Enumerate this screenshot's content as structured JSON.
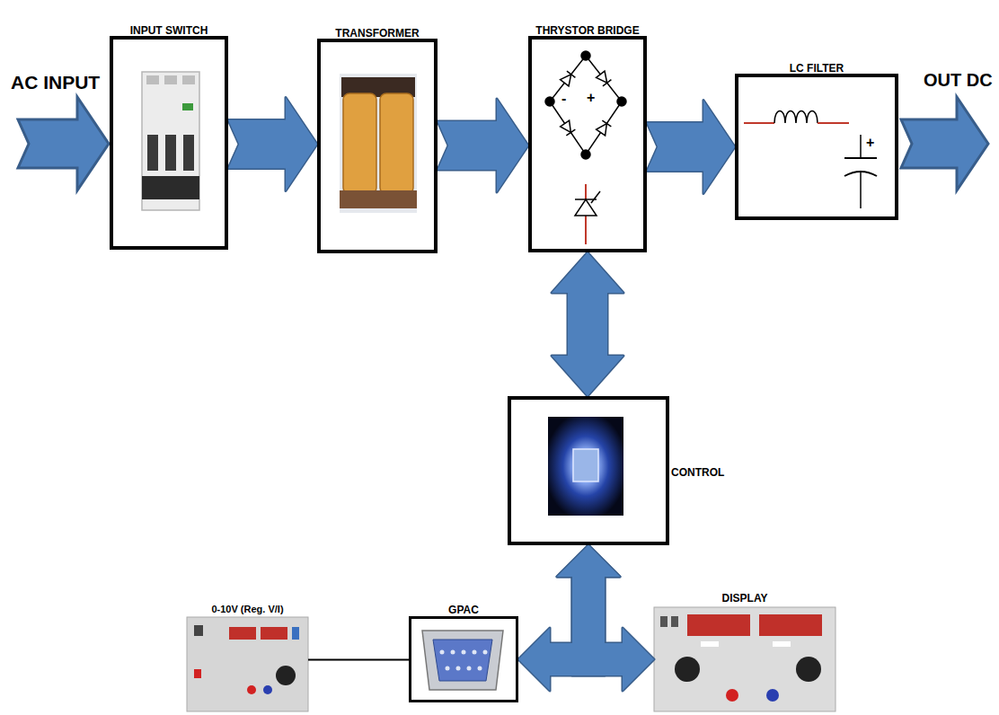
{
  "diagram": {
    "nodes": [
      {
        "text": [
          "INPUT SWITCH"
        ]
      },
      {
        "text": [
          "TRANSFORMER"
        ]
      },
      {
        "text": [
          "THRYSTOR BRIDGE"
        ]
      },
      {
        "text": [
          "LC FILTER"
        ]
      },
      {
        "text": [
          "CONTROL"
        ]
      },
      {
        "text": [
          "0-10V (Reg. V/I)"
        ]
      },
      {
        "text": [
          "GPAC"
        ]
      },
      {
        "text": [
          "DISPLAY"
        ]
      }
    ],
    "edges": [
      {
        "from": 0,
        "to": 1,
        "arrow": "to"
      },
      {
        "from": 1,
        "to": 2,
        "arrow": "to"
      },
      {
        "from": 2,
        "to": 3,
        "arrow": "to"
      },
      {
        "from": 2,
        "to": 4,
        "arrow": "both"
      },
      {
        "from": 4,
        "to": 6,
        "arrow": "both"
      },
      {
        "from": 4,
        "to": 7,
        "arrow": "both"
      },
      {
        "from": 5,
        "to": 6,
        "arrow": "none"
      }
    ],
    "labels": [
      "AC INPUT",
      "-",
      "+",
      "+",
      "OUT DC"
    ]
  }
}
